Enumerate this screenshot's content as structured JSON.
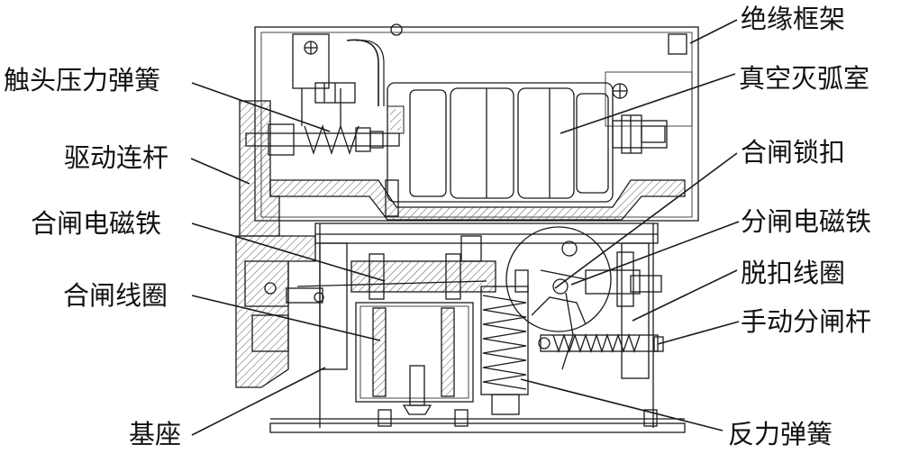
{
  "colors": {
    "stroke": "#1a1a1a",
    "hatch": "#555555",
    "background": "#ffffff"
  },
  "labels": {
    "insulating_frame": "绝缘框架",
    "contact_pressure_spring": "触头压力弹簧",
    "vacuum_interrupter": "真空灭弧室",
    "drive_link": "驱动连杆",
    "closing_latch": "合闸锁扣",
    "closing_electromagnet": "合闸电磁铁",
    "opening_electromagnet": "分闸电磁铁",
    "trip_coil": "脱扣线圈",
    "closing_coil": "合闸线圈",
    "manual_opening_lever": "手动分闸杆",
    "base": "基座",
    "reaction_spring": "反力弹簧"
  }
}
